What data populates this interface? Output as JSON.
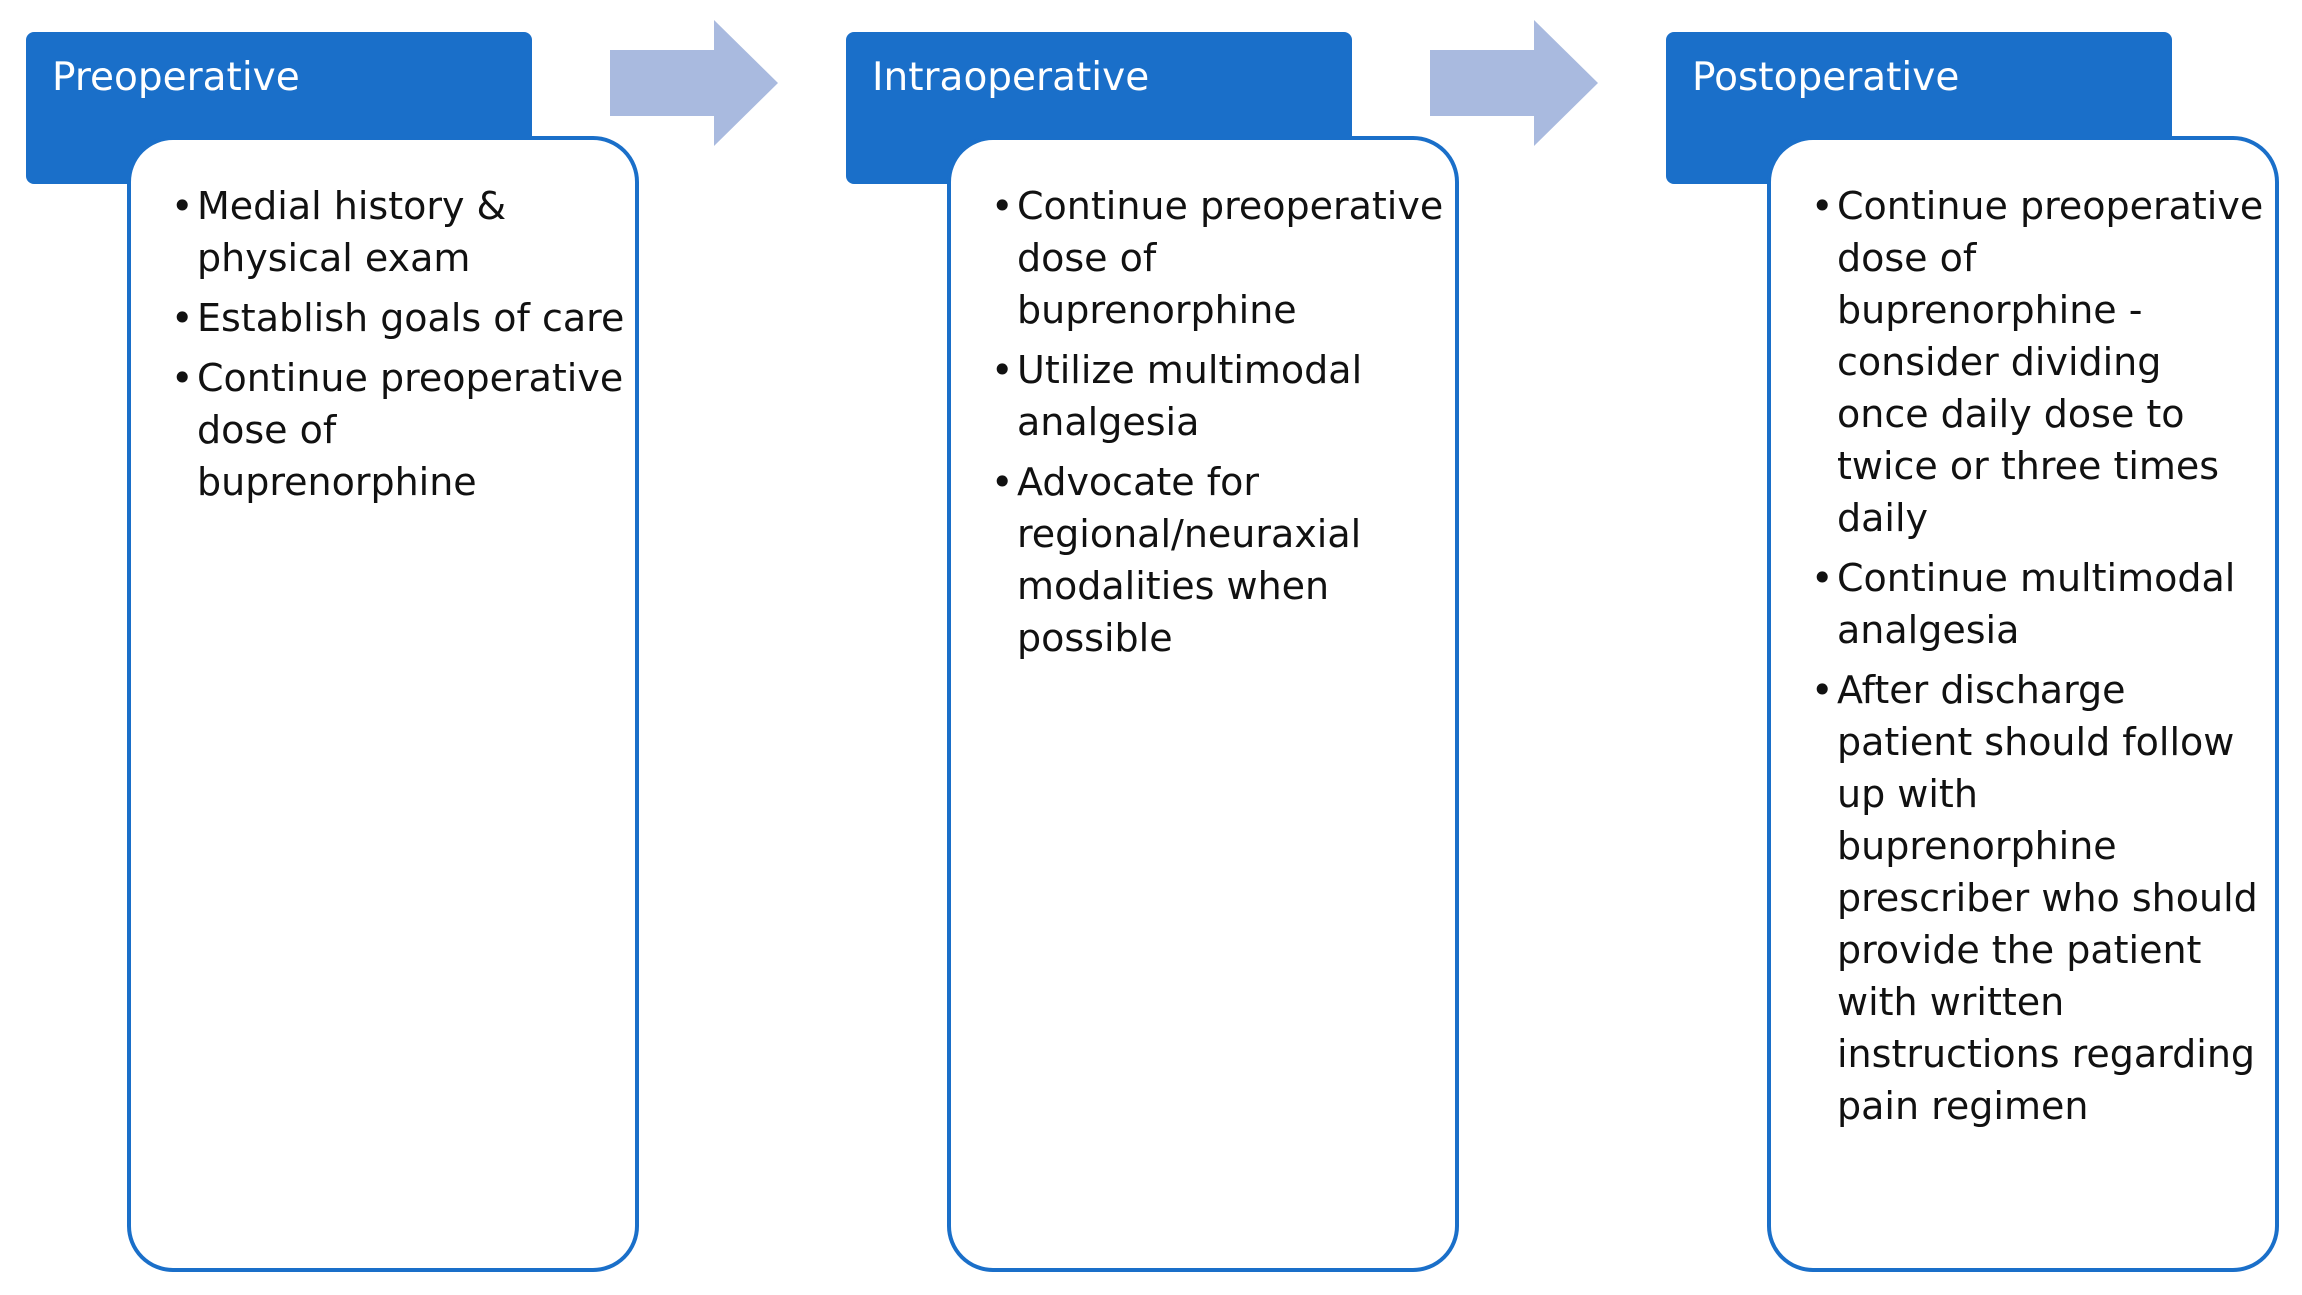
{
  "colors": {
    "header_fill": "#1a6fc9",
    "header_text": "#ffffff",
    "box_border": "#1a6fc9",
    "arrow_fill": "#a9badf",
    "body_text": "#111111"
  },
  "stages": [
    {
      "title": "Preoperative",
      "items": [
        "Medial history & physical exam",
        "Establish goals of care",
        "Continue preoperative dose of buprenorphine"
      ]
    },
    {
      "title": "Intraoperative",
      "items": [
        "Continue preoperative dose of buprenorphine",
        "Utilize multimodal analgesia",
        "Advocate for regional/neuraxial modalities when possible"
      ]
    },
    {
      "title": "Postoperative",
      "items": [
        "Continue preoperative dose of buprenorphine - consider dividing once daily dose to twice or three times daily",
        "Continue multimodal analgesia",
        "After discharge patient should follow up with buprenorphine prescriber who should provide the patient with written instructions regarding pain regimen"
      ]
    }
  ],
  "arrows": [
    {
      "icon": "right-arrow-icon"
    },
    {
      "icon": "right-arrow-icon"
    }
  ]
}
